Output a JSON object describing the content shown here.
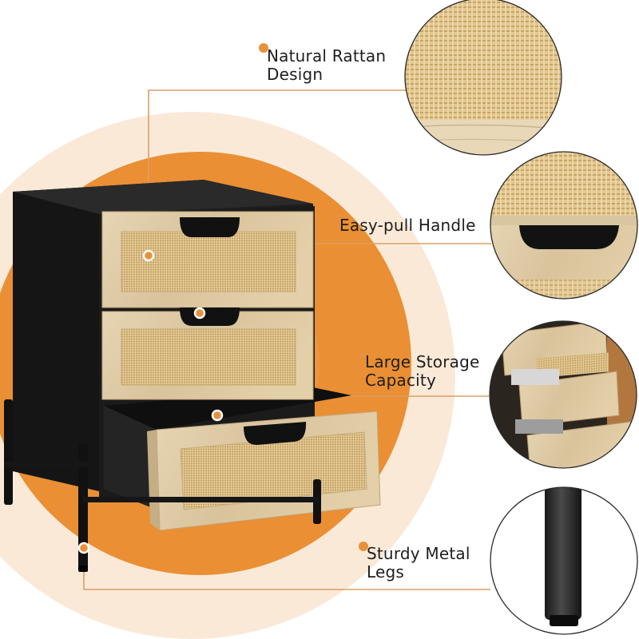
{
  "features": [
    {
      "id": "rattan",
      "label": "Natural Rattan\nDesign"
    },
    {
      "id": "handle",
      "label": "Easy-pull Handle"
    },
    {
      "id": "storage",
      "label": "Large Storage\nCapacity"
    },
    {
      "id": "legs",
      "label": "Sturdy Metal\nLegs"
    }
  ],
  "colors": {
    "accent": "#e8913a",
    "halo": "#fbe8d6",
    "body": "#1b1b1b",
    "oak": "#dcc7a0",
    "rattan": "#d6b57c",
    "leader": "#d9a066"
  }
}
